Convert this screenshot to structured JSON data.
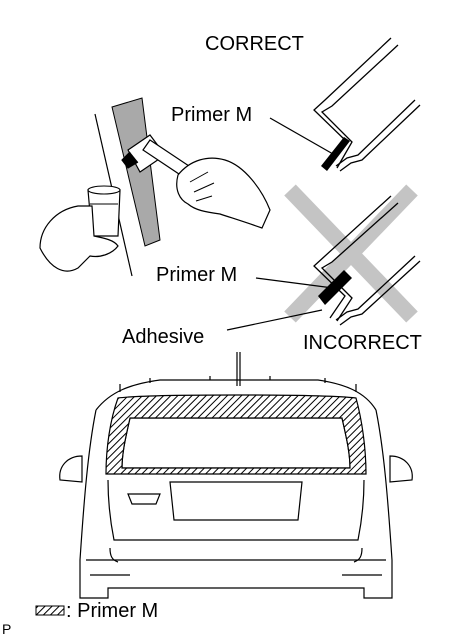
{
  "labels": {
    "correct": "CORRECT",
    "incorrect": "INCORRECT",
    "primer_top": "Primer M",
    "primer_mid": "Primer M",
    "adhesive": "Adhesive",
    "legend": ": Primer M",
    "corner_code": "P"
  },
  "colors": {
    "line": "#000000",
    "cross": "#c4c4c4",
    "glass_strip": "#a9a9a9"
  }
}
